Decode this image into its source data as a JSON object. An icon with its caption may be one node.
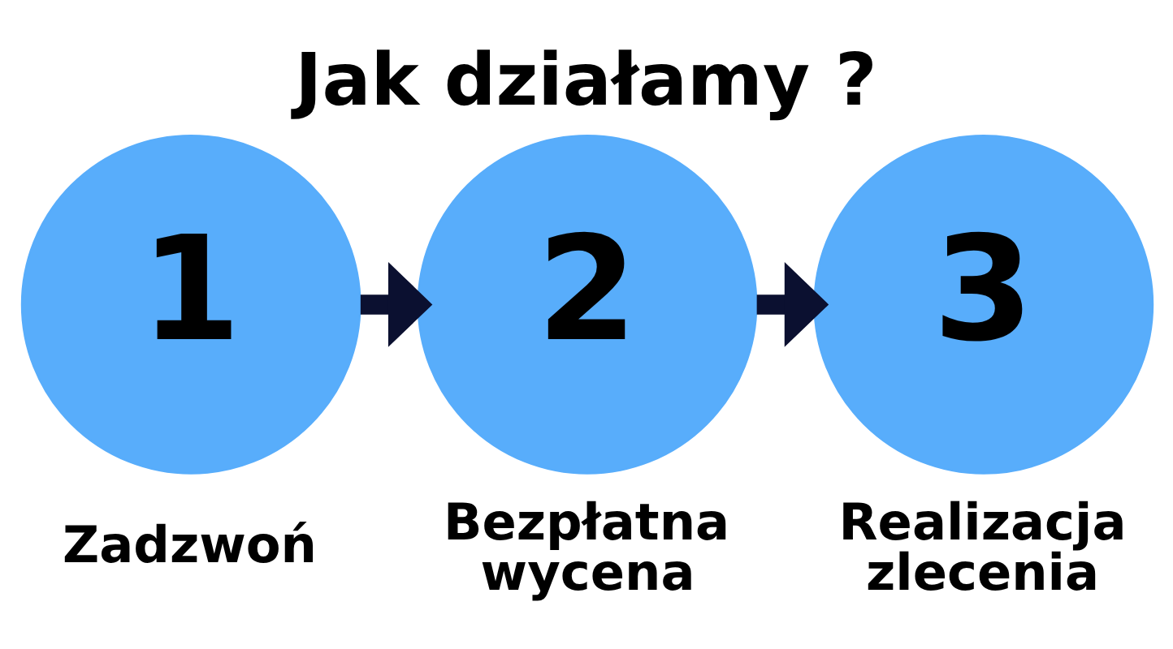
{
  "diagram": {
    "title": "Jak działamy ?",
    "nodes": [
      {
        "text": [
          "1"
        ],
        "beside": [
          "Zadzwoń"
        ]
      },
      {
        "text": [
          "2"
        ],
        "beside": [
          "Bezpłatna wycena"
        ]
      },
      {
        "text": [
          "3"
        ],
        "beside": [
          "Realizacja zlecenia"
        ]
      }
    ],
    "edges": [
      {
        "from": 0,
        "to": 1,
        "arrow": "to"
      },
      {
        "from": 1,
        "to": 2,
        "arrow": "to"
      }
    ]
  }
}
